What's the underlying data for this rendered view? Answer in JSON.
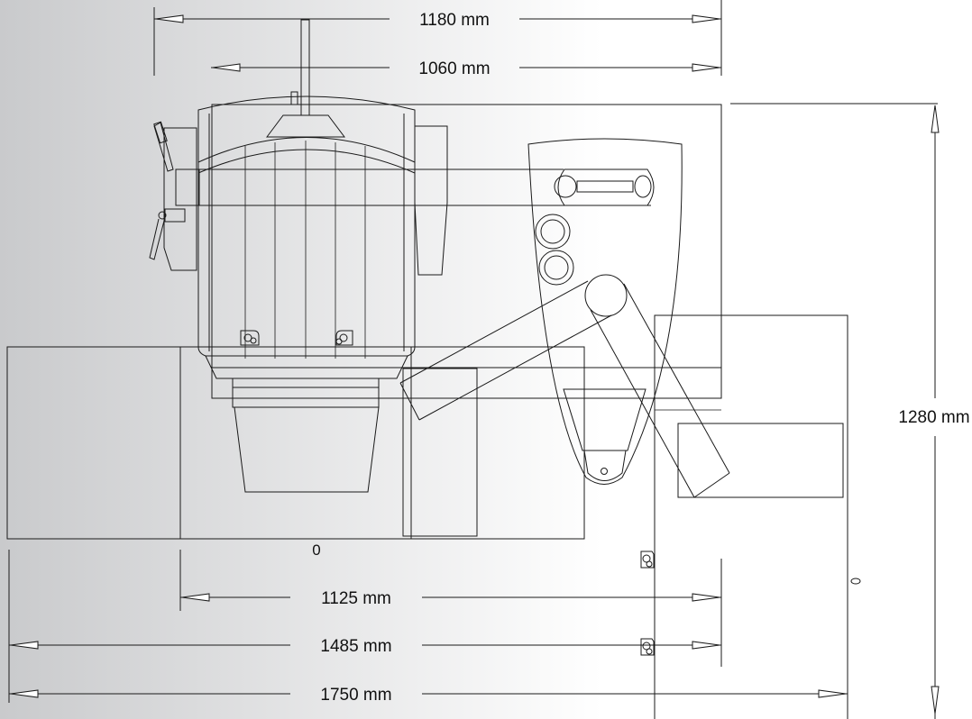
{
  "dimensions": {
    "top_overall": "1180 mm",
    "top_inner": "1060 mm",
    "height_right": "1280 mm",
    "bottom_1": "1125 mm",
    "bottom_2": "1485 mm",
    "bottom_3": "1750 mm"
  },
  "labels": {
    "center_mark": "0"
  },
  "colors": {
    "gradient_left": "#c9cacc",
    "gradient_right": "#ffffff",
    "line": "#1a1a1a"
  }
}
